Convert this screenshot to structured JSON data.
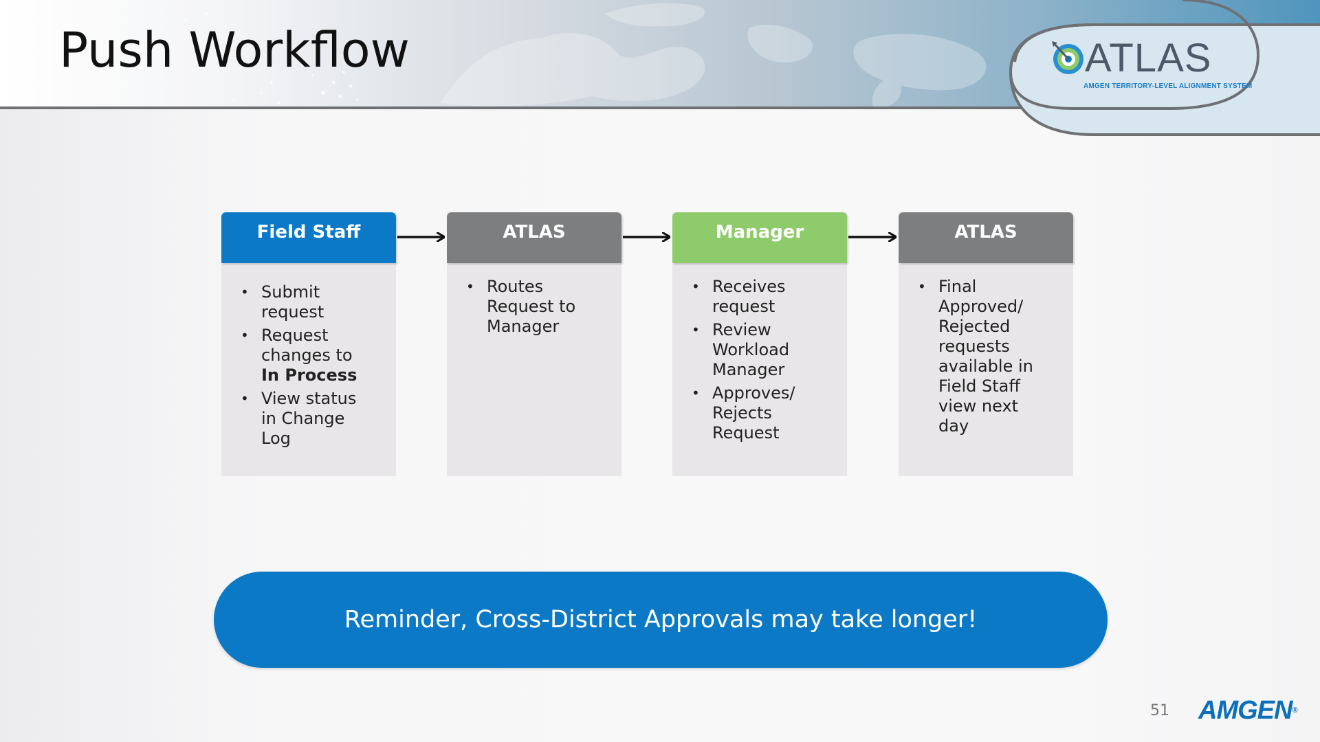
{
  "slide": {
    "title": "Push Workflow",
    "page_number": "51"
  },
  "logo": {
    "wordmark": "ATLAS",
    "tagline": "AMGEN TERRITORY-LEVEL ALIGNMENT SYSTEM"
  },
  "steps": [
    {
      "header": "Field Staff",
      "color": "#0b79c5",
      "bullets": [
        "Submit request",
        "Request changes to",
        "View status in Change Log"
      ],
      "bullet_bold": "In Process"
    },
    {
      "header": "ATLAS",
      "color": "#7d7e80",
      "bullets": [
        "Routes Request to Manager"
      ]
    },
    {
      "header": "Manager",
      "color": "#8ecb6a",
      "bullets": [
        "Receives request",
        "Review Workload Manager",
        "Approves/ Rejects Request"
      ]
    },
    {
      "header": "ATLAS",
      "color": "#7d7e80",
      "bullets": [
        "Final Approved/ Rejected requests available in Field Staff view next day"
      ]
    }
  ],
  "reminder": {
    "text": "Reminder, Cross-District Approvals may take longer!"
  },
  "footer": {
    "company_logo": "AMGEN",
    "registered_mark": "®"
  }
}
